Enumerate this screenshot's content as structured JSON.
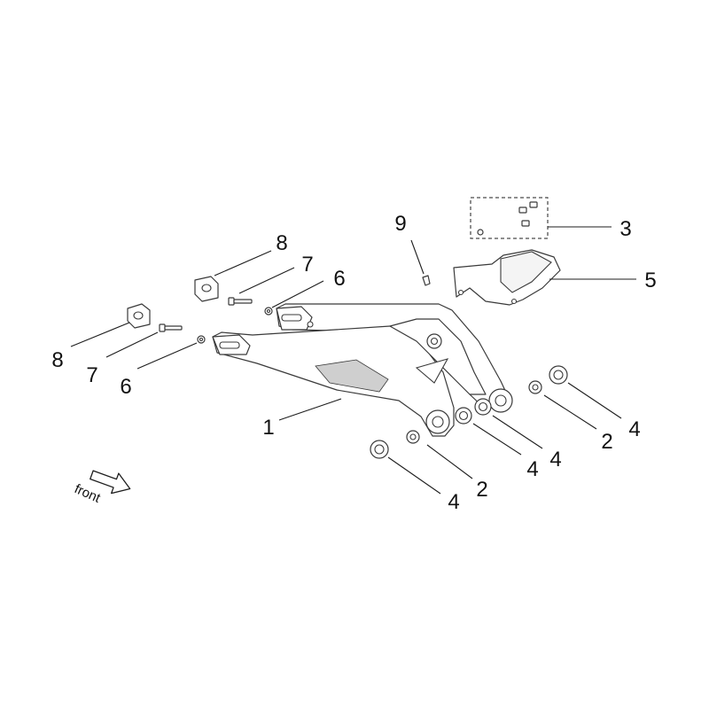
{
  "diagram": {
    "front_label": "front",
    "callouts": [
      {
        "id": "c1",
        "label": "1"
      },
      {
        "id": "c2a",
        "label": "2"
      },
      {
        "id": "c2b",
        "label": "2"
      },
      {
        "id": "c3",
        "label": "3"
      },
      {
        "id": "c4a",
        "label": "4"
      },
      {
        "id": "c4b",
        "label": "4"
      },
      {
        "id": "c4c",
        "label": "4"
      },
      {
        "id": "c4d",
        "label": "4"
      },
      {
        "id": "c5",
        "label": "5"
      },
      {
        "id": "c6a",
        "label": "6"
      },
      {
        "id": "c6b",
        "label": "6"
      },
      {
        "id": "c7a",
        "label": "7"
      },
      {
        "id": "c7b",
        "label": "7"
      },
      {
        "id": "c8a",
        "label": "8"
      },
      {
        "id": "c8b",
        "label": "8"
      },
      {
        "id": "c9",
        "label": "9"
      }
    ]
  }
}
